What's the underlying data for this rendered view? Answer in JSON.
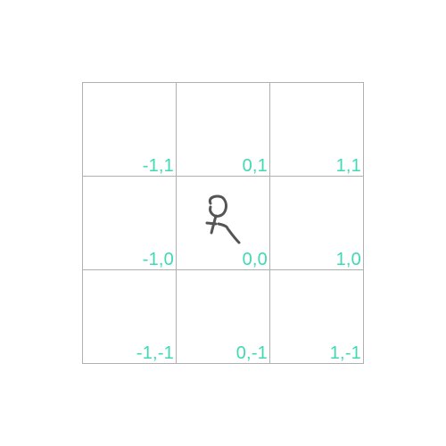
{
  "colors": {
    "coord_label": "#3fd9b4",
    "grid_line": "#b0b0b0",
    "player_stroke": "#555555"
  },
  "board": {
    "cells": [
      {
        "label": "-1,1"
      },
      {
        "label": "0,1"
      },
      {
        "label": "1,1"
      },
      {
        "label": "-1,0"
      },
      {
        "label": "0,0"
      },
      {
        "label": "1,0"
      },
      {
        "label": "-1,-1"
      },
      {
        "label": "0,-1"
      },
      {
        "label": "1,-1"
      }
    ]
  },
  "player": {
    "icon": "stick-figure-icon"
  }
}
